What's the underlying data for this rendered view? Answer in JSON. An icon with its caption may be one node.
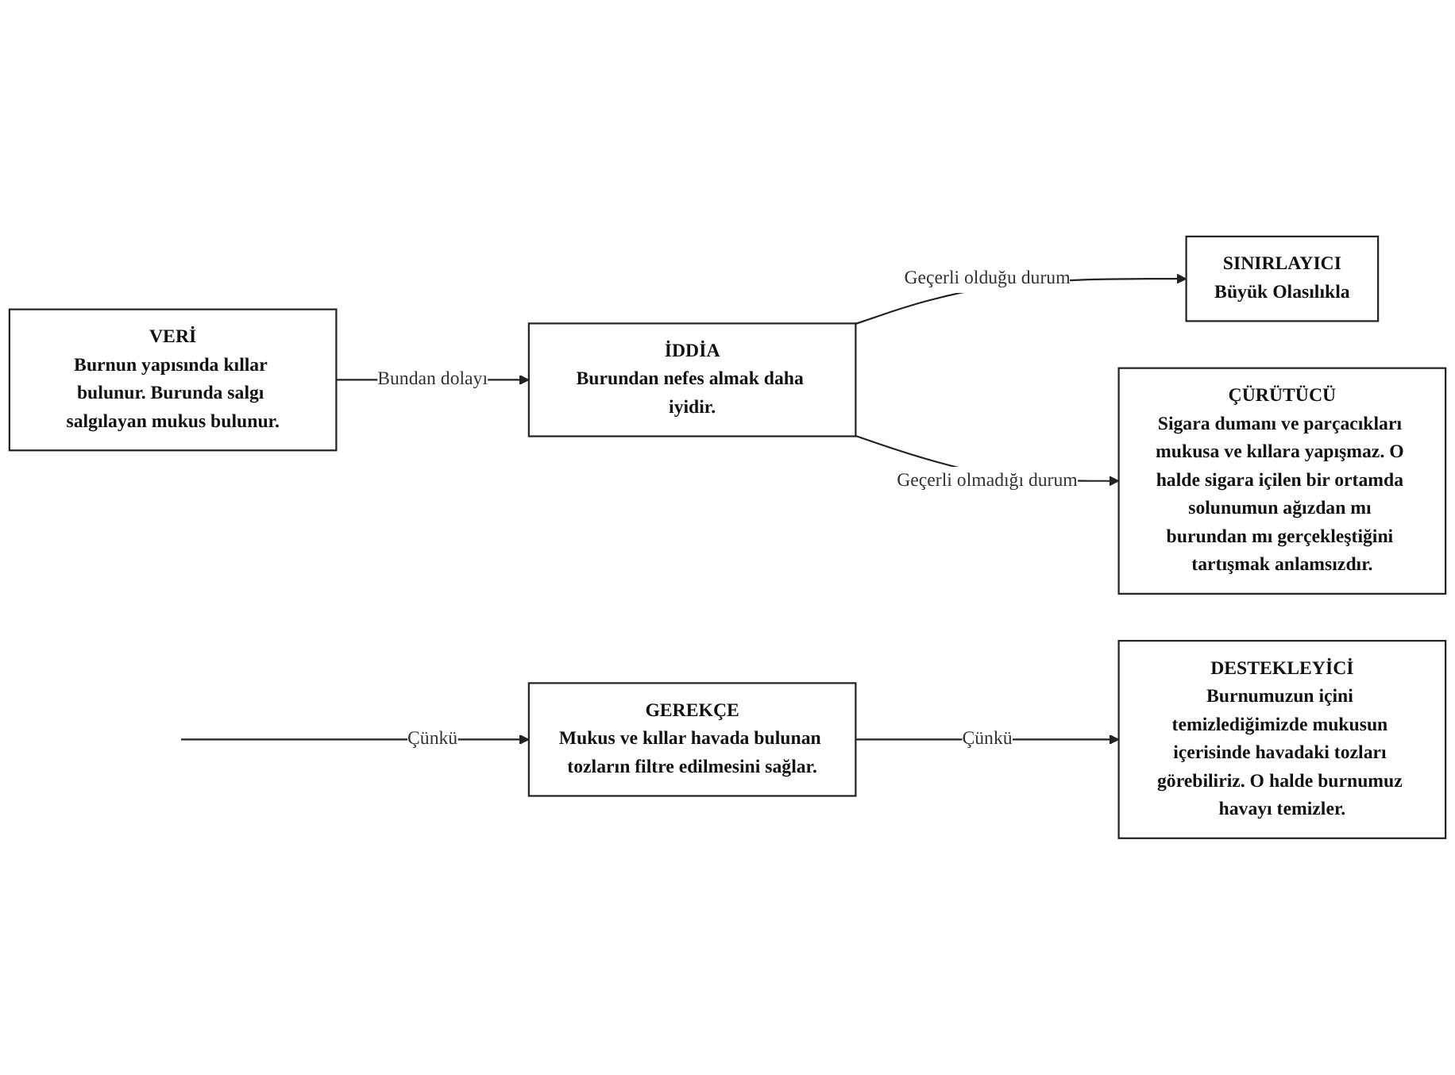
{
  "diagram": {
    "nodes": [
      {
        "text": [
          "VERİ",
          "Burnun yapısında kıllar bulunur. Burunda salgı salgılayan mukus bulunur."
        ]
      },
      {
        "text": [
          "İDDİA",
          "Burundan nefes almak daha iyidir."
        ]
      },
      {
        "text": [
          "SINIRLAYICI",
          "Büyük Olasılıkla"
        ]
      },
      {
        "text": [
          "GEREKÇE",
          "Mukus ve kıllar havada bulunan tozların filtre edilmesini sağlar."
        ]
      },
      {
        "text": [
          "ÇÜRÜTÜCÜ",
          "Sigara dumanı ve parçacıkları mukusa ve kıllara yapışmaz. O halde sigara içilen bir ortamda solunumun ağızdan mı burundan mı gerçekleştiğini tartışmak anlamsızdır."
        ]
      },
      {
        "text": [
          "DESTEKLEYİCİ",
          "Burnumuzun içini temizlediğimizde mukusun içerisinde havadaki tozları görebiliriz. O halde burnumuz havayı temizler."
        ]
      }
    ],
    "edges": [
      {
        "from": 0,
        "to": 1,
        "arrow": "to",
        "label": "Bundan dolayı"
      },
      {
        "from": null,
        "to": 3,
        "arrow": "to",
        "label": "Çünkü"
      },
      {
        "from": 1,
        "to": 2,
        "arrow": "to",
        "label": "Geçerli olduğu durum"
      },
      {
        "from": 1,
        "to": 4,
        "arrow": "to",
        "label": "Geçerli olmadığı durum"
      },
      {
        "from": 3,
        "to": 5,
        "arrow": "to",
        "label": "Çünkü"
      }
    ]
  }
}
